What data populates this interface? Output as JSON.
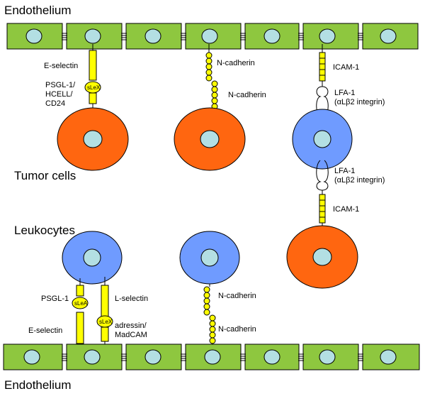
{
  "labels": {
    "endothelium_top": "Endothelium",
    "endothelium_bottom": "Endothelium",
    "tumor_cells": "Tumor cells",
    "leukocytes": "Leukocytes"
  },
  "panel_top": {
    "col1": {
      "e_selectin": "E-selectin",
      "ligand_line1": "PSGL-1/",
      "ligand_line2": "HCELL/",
      "ligand_line3": "CD24",
      "slex": "sLeX"
    },
    "col2": {
      "n_cadherin_upper": "N-cadherin",
      "n_cadherin_lower": "N-cadherin"
    },
    "col3": {
      "icam_upper": "ICAM-1",
      "lfa_upper_line1": "LFA-1",
      "lfa_upper_line2": "(αLβ2 integrin)",
      "lfa_lower_line1": "LFA-1",
      "lfa_lower_line2": "(αLβ2 integrin)",
      "icam_lower": "ICAM-1"
    }
  },
  "panel_bottom": {
    "col1": {
      "psgl": "PSGL-1",
      "slea": "sLeA",
      "e_selectin": "E-selectin",
      "l_selectin": "L-selectin",
      "slex": "sLeX",
      "addressin_line1": "adressin/",
      "addressin_line2": "MadCAM"
    },
    "col2": {
      "n_cadherin_upper": "N-cadherin",
      "n_cadherin_lower": "N-cadherin"
    }
  },
  "colors": {
    "endothelial_cell": "#8ec73f",
    "nucleus": "#b3dfe3",
    "tumor_cell": "#ff6610",
    "leukocyte": "#6f9bff",
    "adhesion_molecule": "#ffff00"
  }
}
